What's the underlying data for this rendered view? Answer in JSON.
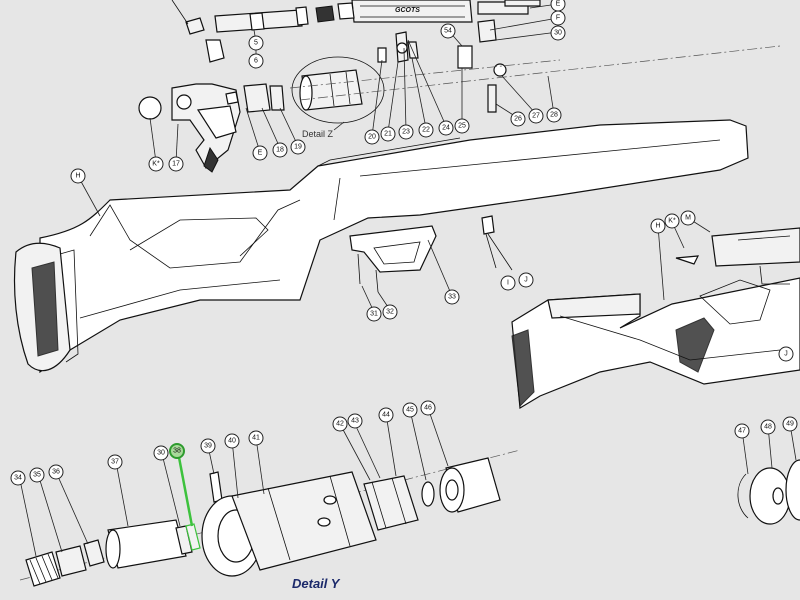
{
  "labels": {
    "detail_y": "Detail Y",
    "detail_z": "Detail Z"
  },
  "colors": {
    "background": "#e6e6e6",
    "highlight": "#3dc23d",
    "caption": "#1c2a6b"
  },
  "callouts": [
    {
      "text": "5"
    },
    {
      "text": "6"
    },
    {
      "text": "54"
    },
    {
      "text": "F"
    },
    {
      "text": "30"
    },
    {
      "text": "E"
    },
    {
      "text": "K*"
    },
    {
      "text": "17"
    },
    {
      "text": "E"
    },
    {
      "text": "18"
    },
    {
      "text": "19"
    },
    {
      "text": "20"
    },
    {
      "text": "21"
    },
    {
      "text": "23"
    },
    {
      "text": "22"
    },
    {
      "text": "24"
    },
    {
      "text": "25"
    },
    {
      "text": "26"
    },
    {
      "text": "27"
    },
    {
      "text": "28"
    },
    {
      "text": "H"
    },
    {
      "text": "I"
    },
    {
      "text": "J"
    },
    {
      "text": "31"
    },
    {
      "text": "32"
    },
    {
      "text": "33"
    },
    {
      "text": "H"
    },
    {
      "text": "K*"
    },
    {
      "text": "M"
    },
    {
      "text": "J"
    },
    {
      "text": "34"
    },
    {
      "text": "35"
    },
    {
      "text": "36"
    },
    {
      "text": "37"
    },
    {
      "text": "30"
    },
    {
      "text": "38",
      "highlight": true
    },
    {
      "text": "39"
    },
    {
      "text": "40"
    },
    {
      "text": "41"
    },
    {
      "text": "42"
    },
    {
      "text": "43"
    },
    {
      "text": "44"
    },
    {
      "text": "45"
    },
    {
      "text": "46"
    },
    {
      "text": "47"
    },
    {
      "text": "48"
    },
    {
      "text": "49"
    }
  ]
}
